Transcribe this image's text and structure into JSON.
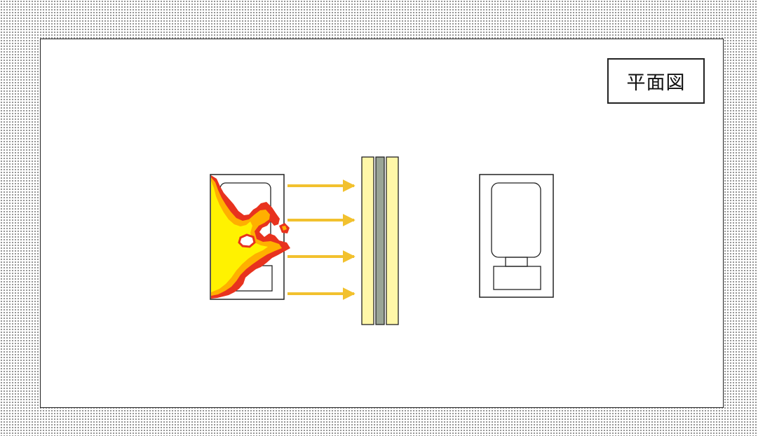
{
  "diagram": {
    "title": "平面図"
  },
  "colors": {
    "fire_core": "#fff200",
    "fire_mid": "#ffb000",
    "fire_edge": "#e8321e",
    "arrow": "#f2c12e",
    "barrier_face": "#fff7a8",
    "barrier_core": "#9aa596",
    "outline": "#222222",
    "panel": "#ffffff"
  },
  "elements": {
    "burning_object": "fire",
    "heat_flow": "arrows",
    "barrier": "panel",
    "protected_object": "unit"
  }
}
